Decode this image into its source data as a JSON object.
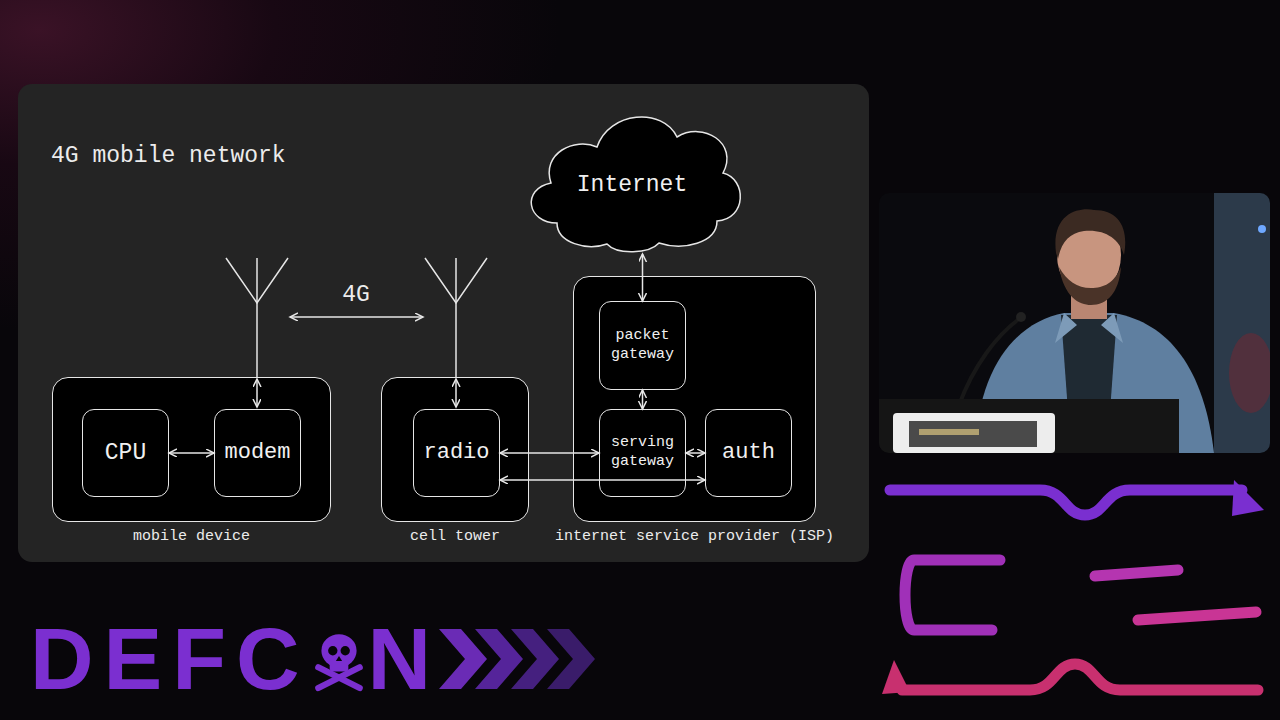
{
  "diagram": {
    "title": "4G mobile network",
    "nodes": [
      {
        "text": [
          "Internet"
        ]
      },
      {
        "text": [
          "mobile device"
        ]
      },
      {
        "text": [
          "CPU"
        ],
        "in": 1
      },
      {
        "text": [
          "modem"
        ],
        "in": 1
      },
      {
        "text": [
          "cell tower"
        ]
      },
      {
        "text": [
          "radio"
        ],
        "in": 4
      },
      {
        "text": [
          "internet service provider (ISP)"
        ]
      },
      {
        "text": [
          "packet gateway"
        ],
        "in": 6
      },
      {
        "text": [
          "serving gateway"
        ],
        "in": 6
      },
      {
        "text": [
          "auth"
        ],
        "in": 6
      }
    ],
    "edges": [
      {
        "from": 0,
        "to": 7,
        "arrow": "both"
      },
      {
        "from": 2,
        "to": 3,
        "arrow": "both"
      },
      {
        "from": 5,
        "to": 8,
        "arrow": "both"
      },
      {
        "from": 5,
        "to": 9,
        "arrow": "both"
      },
      {
        "from": 7,
        "to": 8,
        "arrow": "both"
      },
      {
        "from": 8,
        "to": 9,
        "arrow": "both"
      }
    ],
    "labels": [
      "4G",
      "DEFC",
      "N"
    ]
  }
}
